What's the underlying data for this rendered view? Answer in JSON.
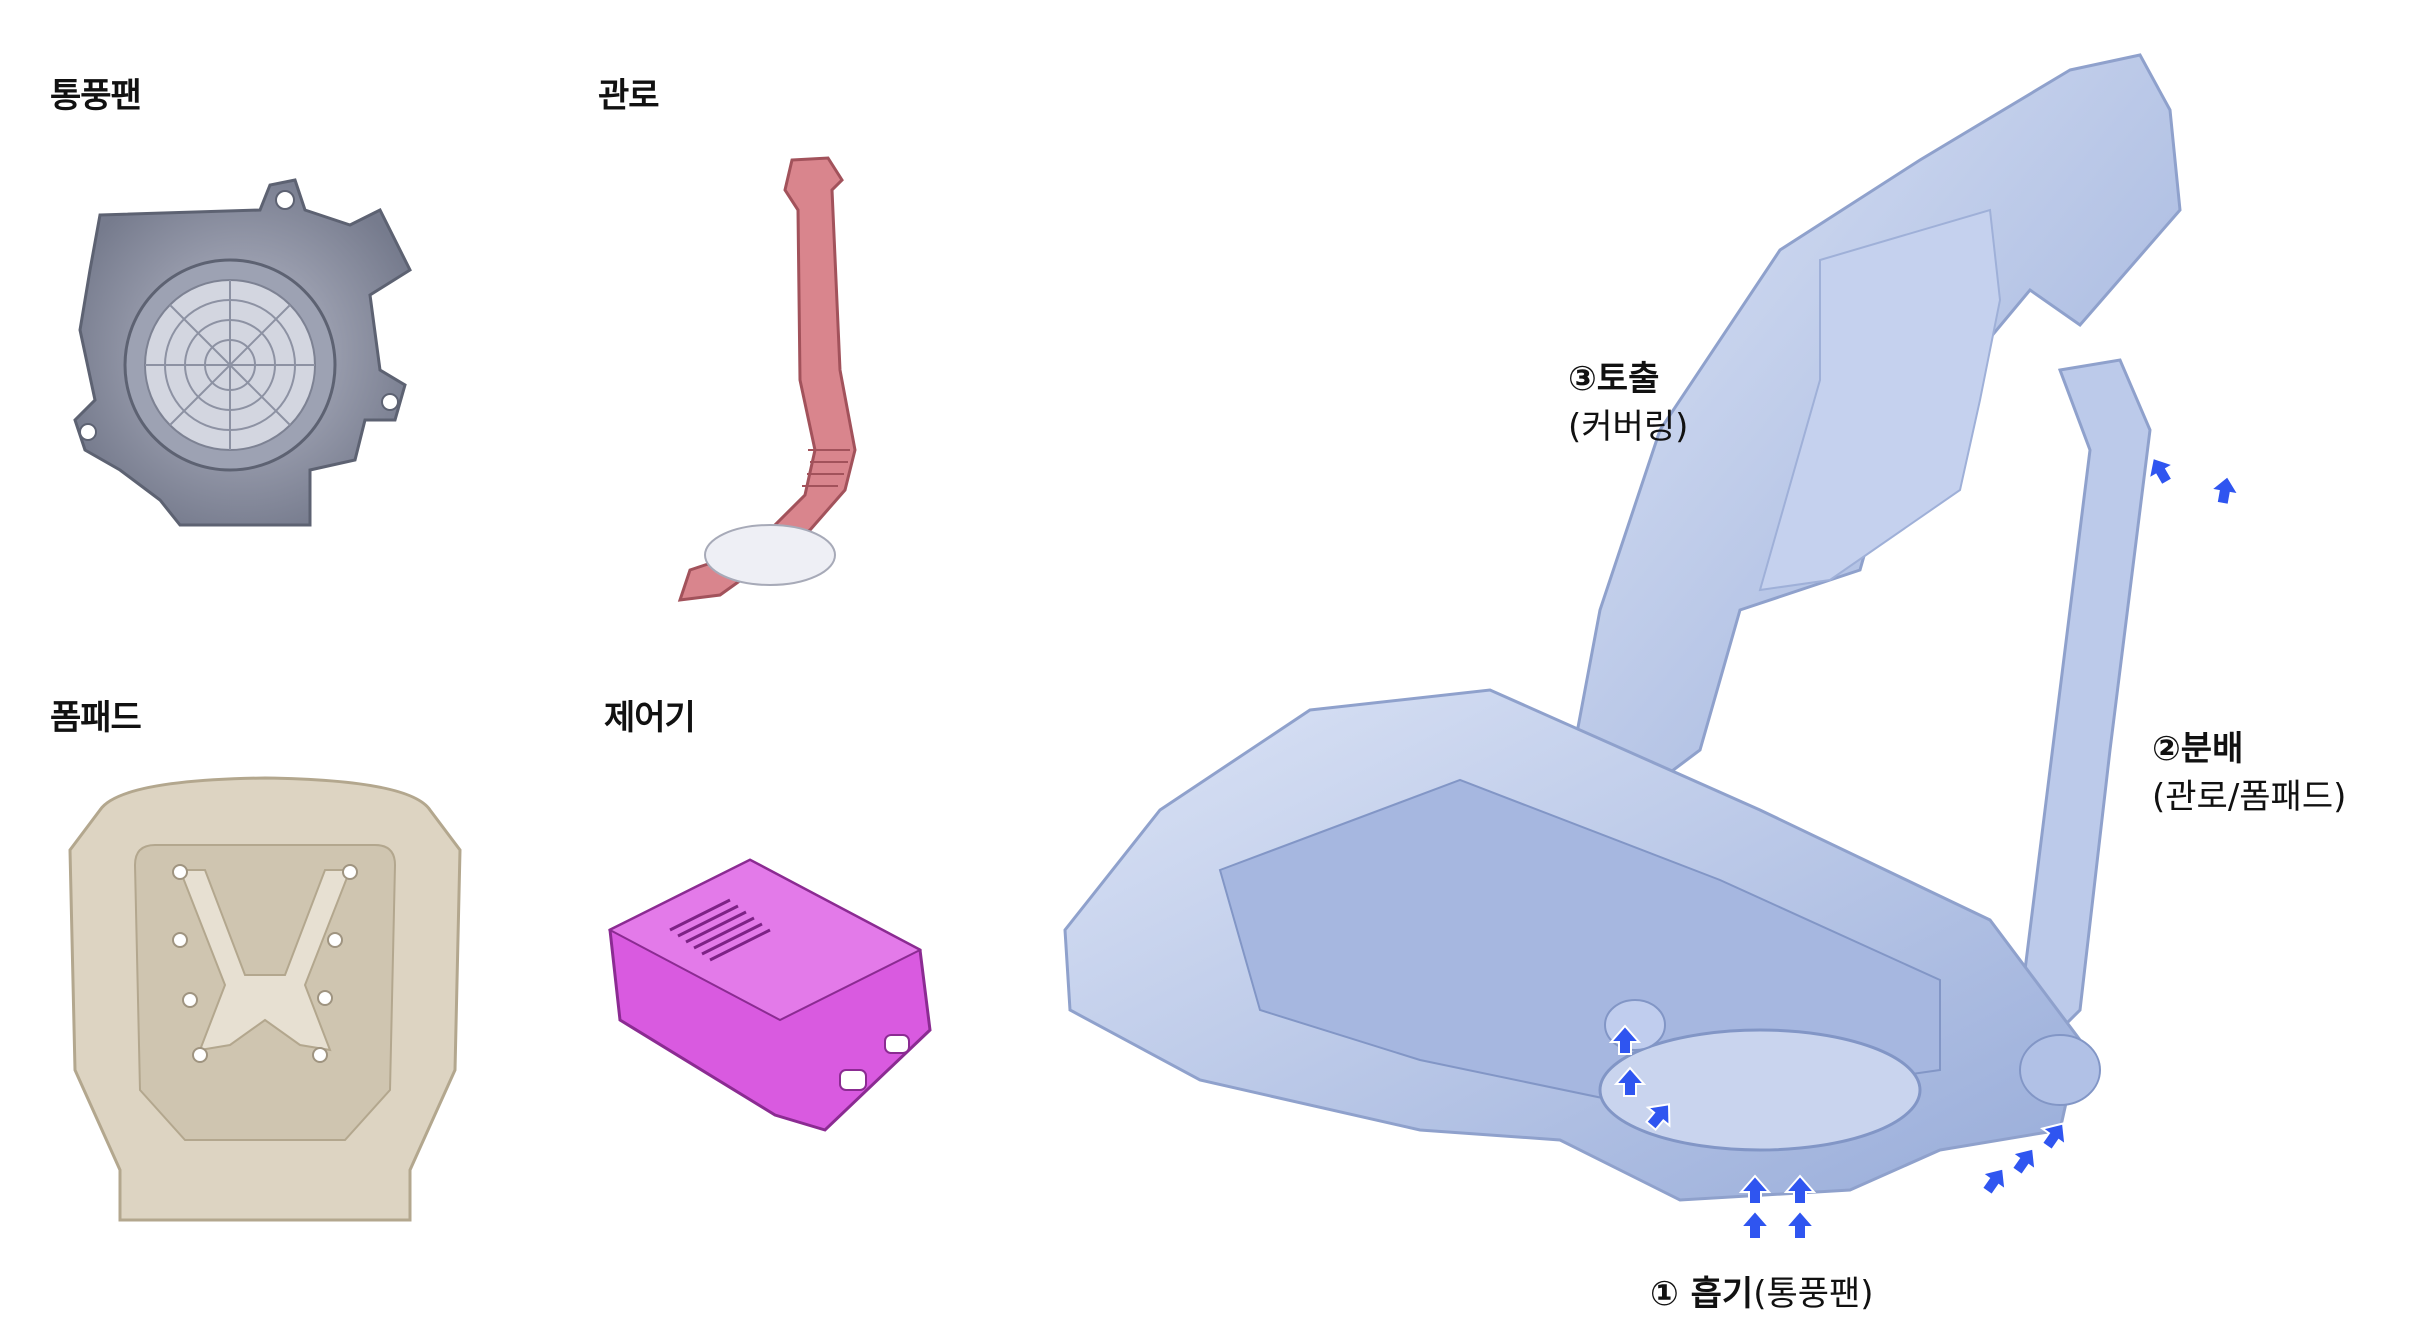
{
  "components": {
    "blower_fan": "통풍팬",
    "duct": "관로",
    "foam_pad": "폼패드",
    "controller": "제어기"
  },
  "callouts": {
    "discharge": {
      "title": "③토출",
      "sub": "(커버링)"
    },
    "distribute": {
      "title": "②분배",
      "sub": "(관로/폼패드)"
    },
    "intake": {
      "title": "① 흡기",
      "sub": "(통풍팬)"
    }
  },
  "colors": {
    "fan": "#8e93a3",
    "duct": "#d9858d",
    "foam_pad": "#ddd4c2",
    "controller": "#d95ae0",
    "seat": "#b7c6e8",
    "arrow": "#2f55f0"
  },
  "icons": [
    "blower-fan-illustration",
    "duct-illustration",
    "foam-pad-illustration",
    "controller-illustration",
    "seat-illustration",
    "airflow-arrow-icon"
  ]
}
